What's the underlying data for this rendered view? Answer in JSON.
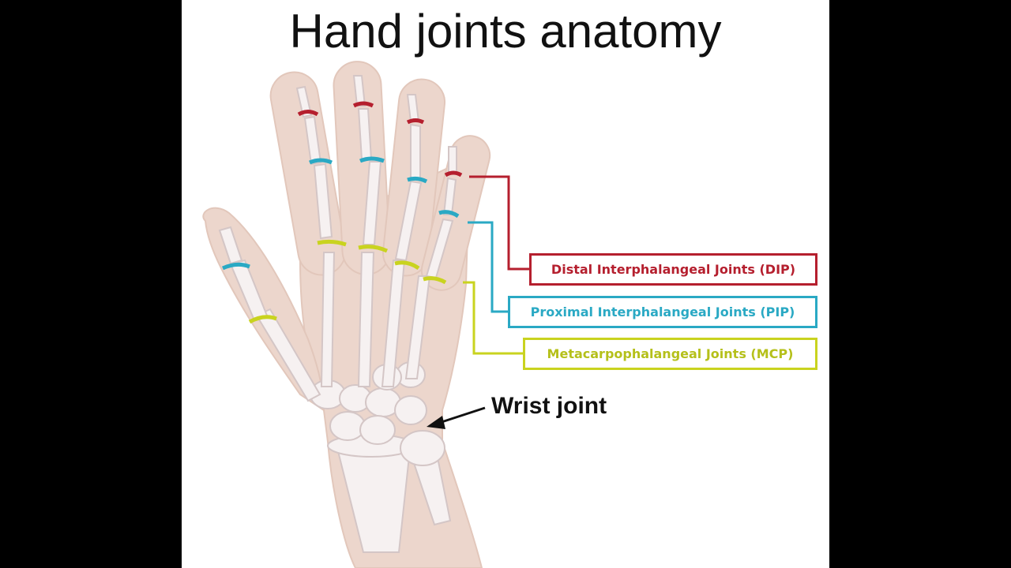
{
  "title": "Hand joints anatomy",
  "labels": {
    "dip": "Distal Interphalangeal Joints (DIP)",
    "pip": "Proximal Interphalangeal Joints (PIP)",
    "mcp": "Metacarpophalangeal Joints (MCP)",
    "wrist": "Wrist joint"
  },
  "colors": {
    "dip": "#b51f2e",
    "pip": "#2aa9c4",
    "mcp": "#c9d31f",
    "skin": "#ecd6cc",
    "bone": "#f6f1f1",
    "bone_outline": "#d4c6c6"
  }
}
